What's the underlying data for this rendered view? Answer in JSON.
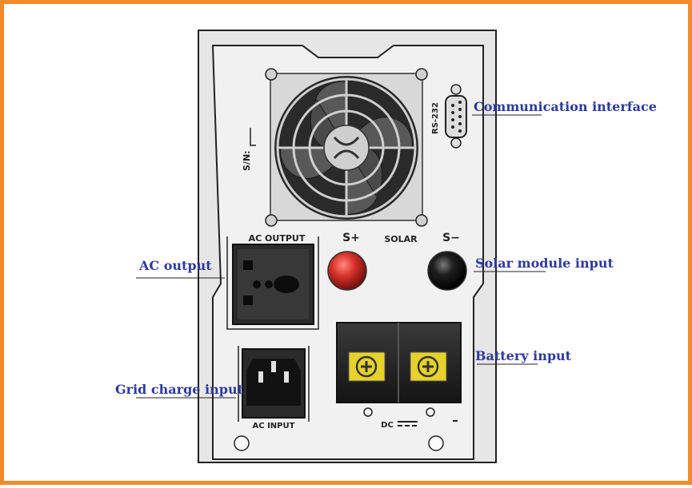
{
  "panel_labels": {
    "ac_output": "AC OUTPUT",
    "ac_input": "AC INPUT",
    "solar": "SOLAR",
    "s_plus": "S+",
    "s_minus": "S−",
    "rs232": "RS-232",
    "sn": "S/N:",
    "dc": "DC"
  },
  "callouts": {
    "communication": "Communication interface",
    "ac_output": "AC output",
    "solar_module": "Solar module input",
    "battery": "Battery input",
    "grid_charge": "Grid charge input"
  },
  "colors": {
    "frame": "#f28a2a",
    "callout_text": "#2e3a9c",
    "panel": "#efefef",
    "terminal_yellow": "#e6d22a",
    "solar_positive": "#d8322a",
    "solar_negative": "#1a1a1a"
  },
  "icons": [
    "fan-icon",
    "db9-connector-icon",
    "universal-socket-icon",
    "iec-inlet-icon",
    "plus-icon",
    "screw-icon"
  ]
}
